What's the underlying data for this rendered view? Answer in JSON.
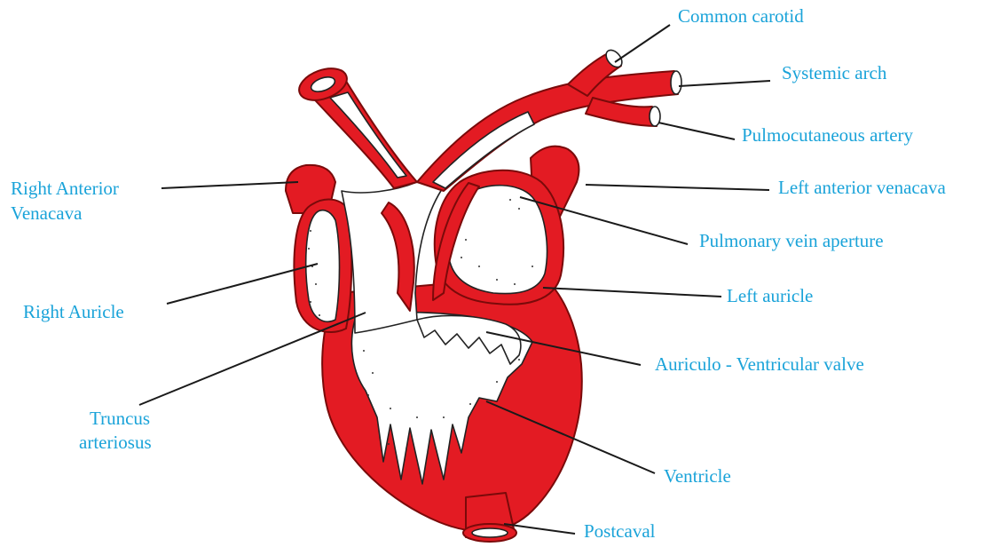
{
  "labels": {
    "common_carotid": "Common carotid",
    "systemic_arch": "Systemic arch",
    "pulmocutaneous_artery": "Pulmocutaneous  artery",
    "right_anterior": "Right  Anterior",
    "venacava": "Venacava",
    "left_anterior_venacava": "Left  anterior  venacava",
    "pulmonary_vein_aperture": "Pulmonary  vein  aperture",
    "right_auricle": "Right  Auricle",
    "left_auricle": "Left auricle",
    "auriculo_ventricular_valve": "Auriculo  -  Ventricular  valve",
    "truncus": "Truncus",
    "arteriosus": "arteriosus",
    "ventricle": "Ventricle",
    "postcaval": "Postcaval"
  },
  "colors": {
    "label_text": "#1aa3d9",
    "heart_red": "#e31b23",
    "leader_line": "#1a1a1a"
  }
}
